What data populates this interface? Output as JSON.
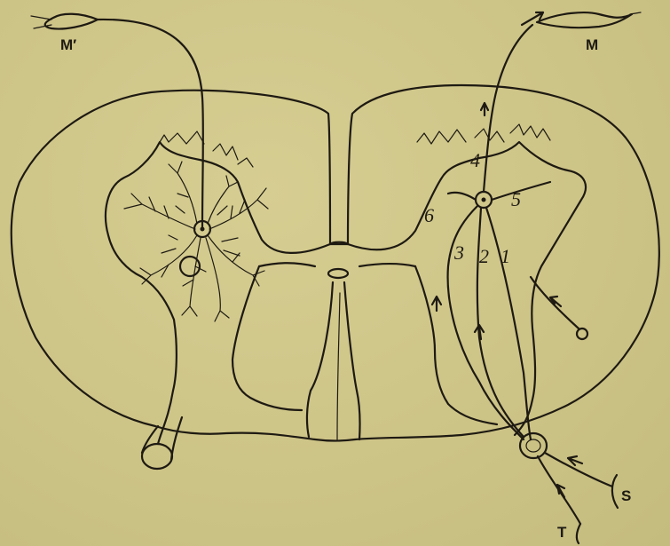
{
  "labels": {
    "m_prime": "M′",
    "m": "M",
    "n1": "1",
    "n2": "2",
    "n3": "3",
    "n4": "4",
    "n5": "5",
    "n6": "6",
    "s": "S",
    "t": "T"
  },
  "colors": {
    "paper": "#d0c78b",
    "ink": "#1e1a12"
  }
}
